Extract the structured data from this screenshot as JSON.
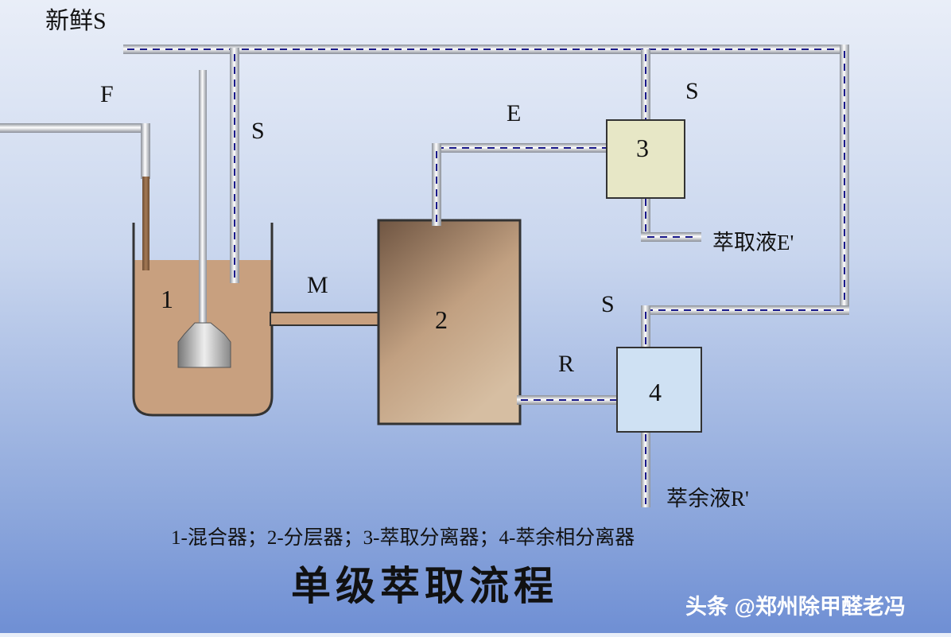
{
  "labels": {
    "fresh_s": "新鲜S",
    "feed": "F",
    "s_mixer": "S",
    "s_sep3": "S",
    "s_sep4": "S",
    "extract": "E",
    "mixture": "M",
    "raffinate": "R",
    "extract_out": "萃取液E'",
    "raffinate_out": "萃余液R'"
  },
  "units": {
    "mixer": "1",
    "settler": "2",
    "extract_separator": "3",
    "raffinate_separator": "4"
  },
  "legend": "1-混合器；2-分层器；3-萃取分离器；4-萃余相分离器",
  "title": "单级萃取流程",
  "watermark": "头条 @郑州除甲醛老冯",
  "colors": {
    "liquid": "#c8a07f",
    "settler_dark": "#7d6450",
    "settler_light": "#c4a385",
    "box3": "#e7e7c6",
    "box4": "#cfe1f3",
    "dash": "#1a1a8c"
  }
}
